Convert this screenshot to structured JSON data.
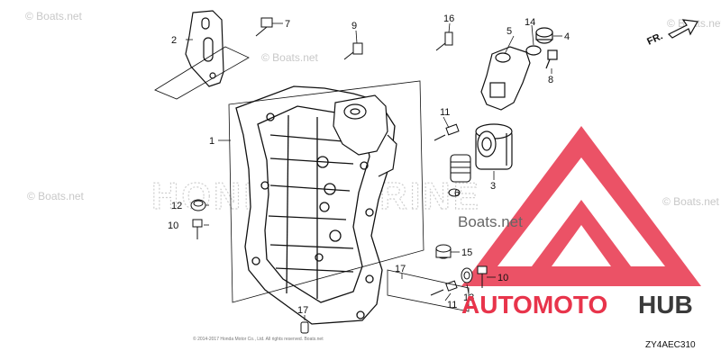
{
  "callouts": [
    {
      "id": "c1",
      "label": "1"
    },
    {
      "id": "c2",
      "label": "2"
    },
    {
      "id": "c3",
      "label": "3"
    },
    {
      "id": "c4",
      "label": "4"
    },
    {
      "id": "c5",
      "label": "5"
    },
    {
      "id": "c6",
      "label": "6"
    },
    {
      "id": "c7",
      "label": "7"
    },
    {
      "id": "c8",
      "label": "8"
    },
    {
      "id": "c9",
      "label": "9"
    },
    {
      "id": "c10a",
      "label": "10"
    },
    {
      "id": "c10b",
      "label": "10"
    },
    {
      "id": "c11a",
      "label": "11"
    },
    {
      "id": "c11b",
      "label": "11"
    },
    {
      "id": "c12",
      "label": "12"
    },
    {
      "id": "c13",
      "label": "13"
    },
    {
      "id": "c14",
      "label": "14"
    },
    {
      "id": "c15",
      "label": "15"
    },
    {
      "id": "c16",
      "label": "16"
    },
    {
      "id": "c17a",
      "label": "17"
    },
    {
      "id": "c17b",
      "label": "17"
    }
  ],
  "watermarks": {
    "boats_net": "© Boats.net",
    "boats_net_center": "Boats.net",
    "honda_marine": "HONDA MARINE"
  },
  "orientation_label": "FR.",
  "diagram_code": "ZY4AEC310",
  "copyright_line": "© 2014-2017 Honda Motor Co., Ltd. All rights reserved. Boats.net",
  "brand": {
    "part1": "AUTOMOTO",
    "part2": "HUB",
    "color_primary": "#e8344b",
    "color_secondary": "#3a3a3a"
  }
}
